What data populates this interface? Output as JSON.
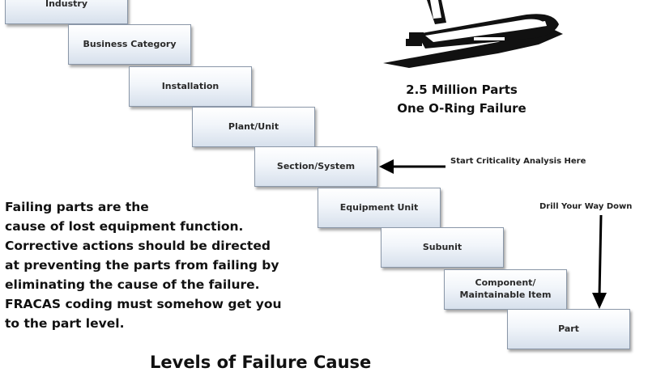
{
  "levels": [
    "Industry",
    "Business Category",
    "Installation",
    "Plant/Unit",
    "Section/System",
    "Equipment Unit",
    "Subunit",
    "Component/\nMaintainable Item",
    "Part"
  ],
  "caption": {
    "line1": "2.5 Million Parts",
    "line2": "One O-Ring Failure"
  },
  "annotations": {
    "start": "Start Criticality Analysis Here",
    "drill": "Drill Your Way Down"
  },
  "body_lines": [
    "Failing parts are the",
    "cause of lost equipment function.",
    "Corrective actions should be directed",
    "at preventing the parts from failing by",
    "eliminating the cause of the failure.",
    "FRACAS coding must somehow get you",
    "to the part level."
  ],
  "footer_title": "Levels of Failure Cause"
}
